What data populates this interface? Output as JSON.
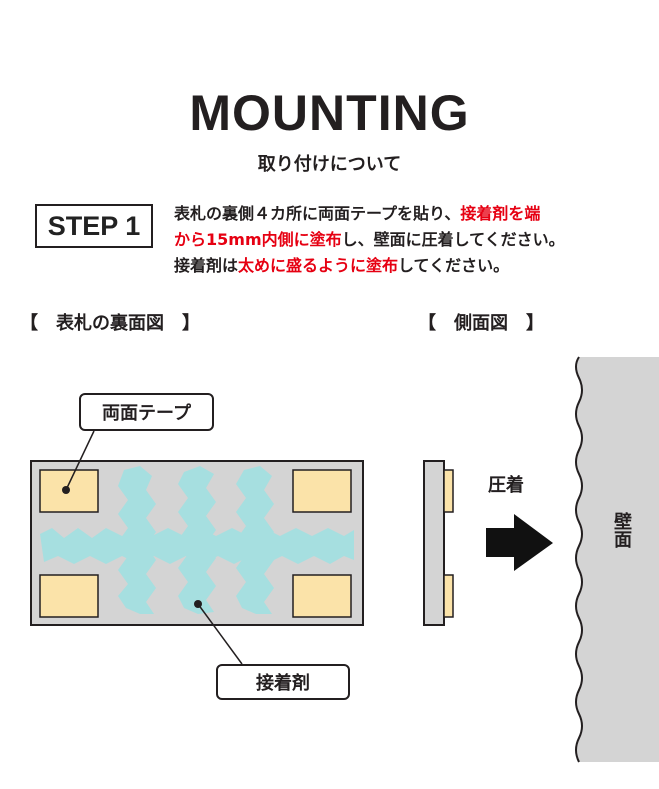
{
  "header": {
    "title": "MOUNTING",
    "subtitle": "取り付けについて"
  },
  "step": {
    "badge": "STEP 1",
    "line1_a": "表札の裏側４カ所に両面テープを貼り、",
    "line1_b": "接着剤を端",
    "line2_a": "から15mm内側に塗布",
    "line2_b": "し、壁面に圧着してください。",
    "line3_a": "接着剤は",
    "line3_b": "太めに盛るように塗布",
    "line3_c": "してください。",
    "highlight_color": "#e60012"
  },
  "back_view": {
    "label": "【　表札の裏面図　】",
    "tape_callout": "両面テープ",
    "adhesive_callout": "接着剤"
  },
  "side_view": {
    "label": "【　側面図　】",
    "press_label": "圧着",
    "wall_label": "壁面"
  },
  "colors": {
    "plate": "#d4d4d4",
    "tape": "#fbe3a9",
    "adhesive": "#a6dfe0",
    "wall": "#d4d4d4",
    "line": "#231f20"
  }
}
